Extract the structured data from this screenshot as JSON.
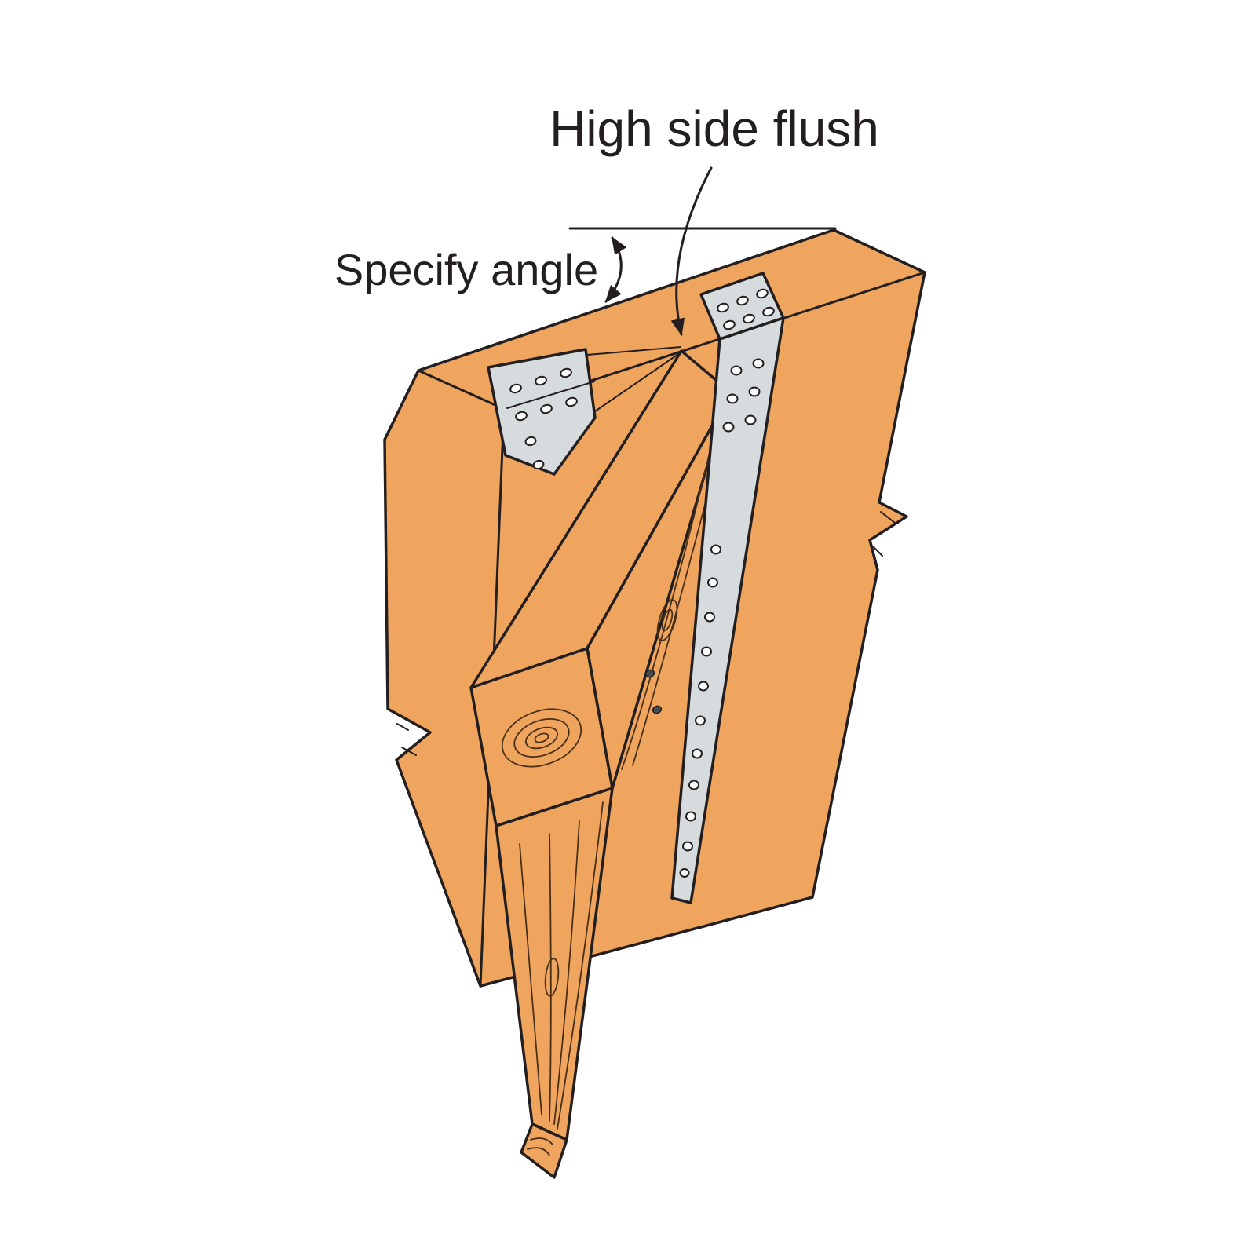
{
  "figure": {
    "kind": "construction-connector-illustration",
    "labels": {
      "high_side_flush": "High side flush",
      "specify_angle": "Specify angle"
    },
    "colors": {
      "wood": "#F0A55F",
      "metal": "#D6DBDE",
      "outline": "#231F20",
      "label_text": "#231F20",
      "background": "#FFFFFF"
    }
  }
}
